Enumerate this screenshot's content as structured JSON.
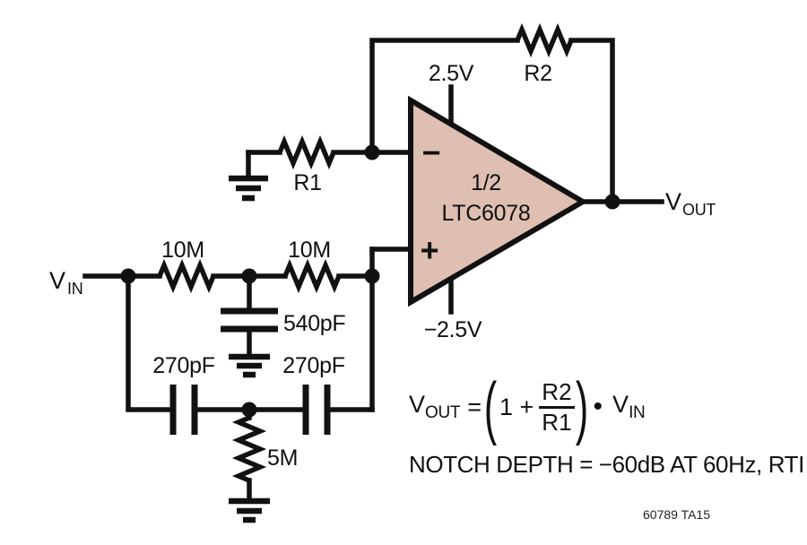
{
  "colors": {
    "background": "#ffffff",
    "ink": "#111111",
    "opamp_fill": "#debfb1"
  },
  "opamp": {
    "designator_top": "1/2",
    "designator_part": "LTC6078",
    "inverting_symbol": "−",
    "noninverting_symbol": "+",
    "supply_positive": "2.5V",
    "supply_negative": "−2.5V"
  },
  "components": {
    "r1": "R1",
    "r2": "R2",
    "rin1": "10M",
    "rin2": "10M",
    "rnotch": "5M",
    "cmid": "540pF",
    "cleft": "270pF",
    "cright": "270pF"
  },
  "ports": {
    "vin_main": "V",
    "vin_sub": "IN",
    "vout_main": "V",
    "vout_sub": "OUT"
  },
  "formula": {
    "lhs_main": "V",
    "lhs_sub": "OUT",
    "equals": "=",
    "lparen": "(",
    "one_plus": "1 +",
    "numerator": "R2",
    "denominator": "R1",
    "rparen": ")",
    "dot": "•",
    "rhs_main": "V",
    "rhs_sub": "IN"
  },
  "notes": {
    "notch_depth": "NOTCH DEPTH = −60dB AT 60Hz, RTI",
    "doc_number": "60789 TA15"
  }
}
